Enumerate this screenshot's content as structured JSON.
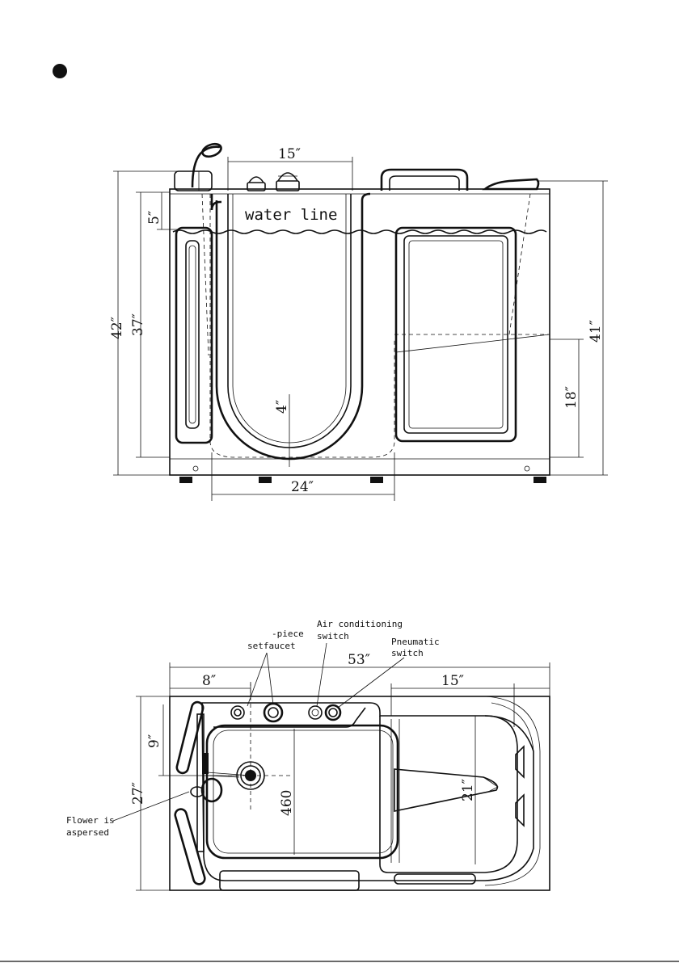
{
  "front_view": {
    "water_line_label": "water line",
    "dims": {
      "top_width": "15″",
      "bottom_width": "24″",
      "height_total": "42″",
      "height_water": "37″",
      "water_depth": "5″",
      "seat_drop": "4″",
      "height_right": "41″",
      "seat_height": "18″"
    }
  },
  "top_view": {
    "labels": {
      "faucet_line1": "-piece",
      "faucet_line2": "setfaucet",
      "air_line1": "Air conditioning",
      "air_line2": "switch",
      "pneumatic_line1": "Pneumatic",
      "pneumatic_line2": "switch",
      "flower_line1": "Flower is",
      "flower_line2": "aspersed"
    },
    "dims": {
      "overall_length": "53″",
      "left_offset": "8″",
      "right_offset": "15″",
      "depth": "27″",
      "drain_offset": "9″",
      "basin_size": "460",
      "seat_depth": "21″"
    }
  }
}
